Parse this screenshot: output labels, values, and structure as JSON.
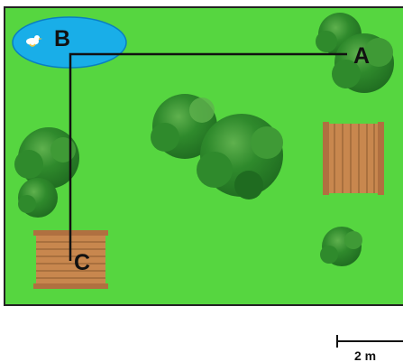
{
  "colors": {
    "grass": "#56d640",
    "border": "#222222",
    "pond": "#19aee8",
    "pond_edge": "#0a7fc0",
    "path": "#111111",
    "tree_dark": "#1f6b20",
    "tree_mid": "#2f8a2c",
    "tree_light": "#5fb14e",
    "wood": "#c8874e",
    "wood_dark": "#8a5a2e"
  },
  "points": {
    "a": {
      "label": "A"
    },
    "b": {
      "label": "B"
    },
    "c": {
      "label": "C"
    }
  },
  "icons": {
    "duck": "duck-icon"
  },
  "scale": {
    "label": "2 m"
  }
}
